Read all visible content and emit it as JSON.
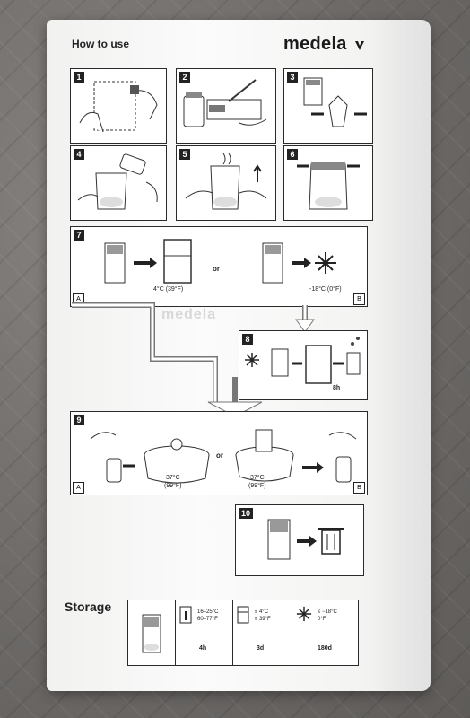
{
  "header": {
    "title": "How to use",
    "brand": "medela"
  },
  "steps": {
    "s1": "1",
    "s2": "2",
    "s3": "3",
    "s4": "4",
    "s5": "5",
    "s6": "6",
    "s7": "7",
    "s8": "8",
    "s9": "9",
    "s10": "10"
  },
  "step7": {
    "fridge_temp": "4°C (39°F)",
    "or": "or",
    "freezer_temp": "-18°C (0°F)",
    "corner_a": "A",
    "corner_b": "B"
  },
  "step8": {
    "thaw_time": "8h"
  },
  "step9": {
    "temp_a_c": "37°C",
    "temp_a_f": "(99°F)",
    "or": "or",
    "temp_b_c": "37°C",
    "temp_b_f": "(99°F)",
    "corner_a": "A",
    "corner_b": "B"
  },
  "watermark": "medela",
  "storage": {
    "title": "Storage",
    "room_c": "16–25°C",
    "room_f": "60–77°F",
    "room_time": "4h",
    "fridge_c": "≤ 4°C",
    "fridge_f": "≤ 39°F",
    "fridge_time": "3d",
    "freezer_c": "≤ −18°C",
    "freezer_f": "0°F",
    "freezer_time": "180d"
  },
  "colors": {
    "ink": "#222222",
    "bag": "#f7f7f6",
    "blanket": "#6f6c6a"
  }
}
